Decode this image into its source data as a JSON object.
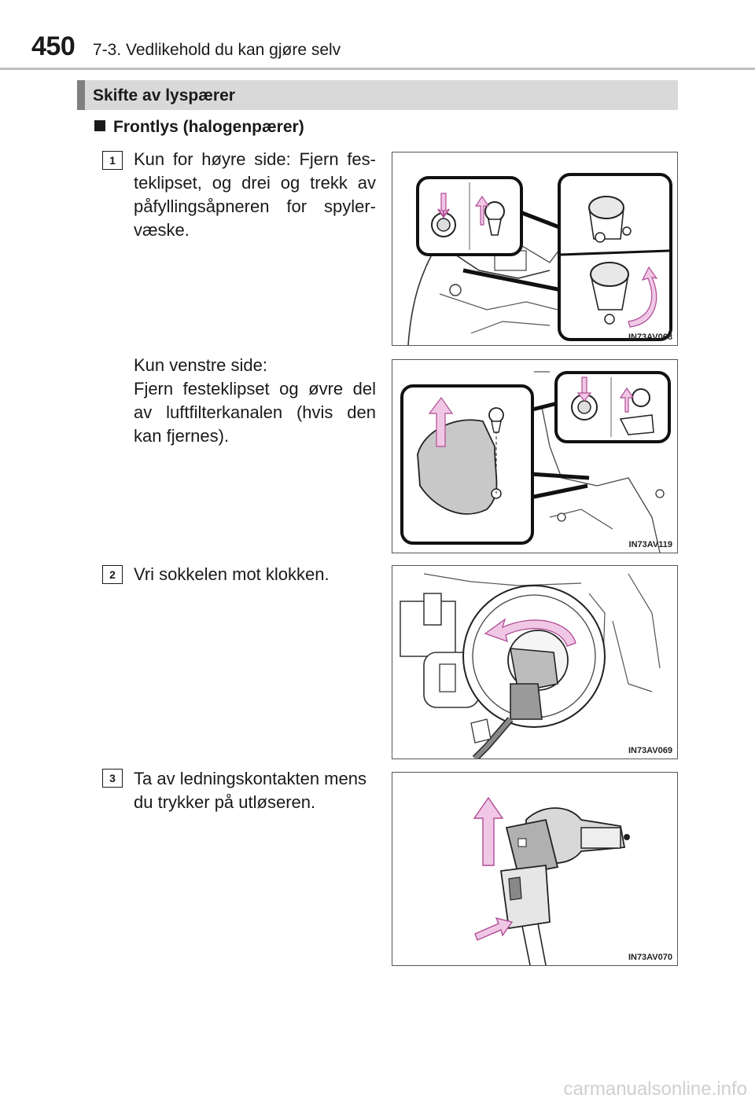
{
  "header": {
    "page_number": "450",
    "section_title": "7-3. Vedlikehold du kan gjøre selv"
  },
  "heading": "Skifte av lyspærer",
  "subheading": "Frontlys (halogenpærer)",
  "steps": [
    {
      "badge": "1",
      "text": "Kun for høyre side: Fjern fes­teklipset, og drei og trekk av påfyllingsåpneren for spyler­væske."
    },
    {
      "badge": "",
      "line1": "Kun venstre side:",
      "line2": "Fjern festeklipset og øvre del av luftfilterkanalen (hvis den kan fjernes)."
    },
    {
      "badge": "2",
      "text": "Vri sokkelen mot klokken."
    },
    {
      "badge": "3",
      "text": "Ta av ledningskontakten mens du trykker på utløseren."
    }
  ],
  "figures": [
    {
      "code": "IN73AV068"
    },
    {
      "code": "IN73AV119"
    },
    {
      "code": "IN73AV069"
    },
    {
      "code": "IN73AV070"
    }
  ],
  "colors": {
    "arrow": "#f0c8e6",
    "heading_band": "#d9d9d9",
    "accent": "#7f7f7f"
  },
  "footer": {
    "watermark": "carmanualsonline.info"
  }
}
